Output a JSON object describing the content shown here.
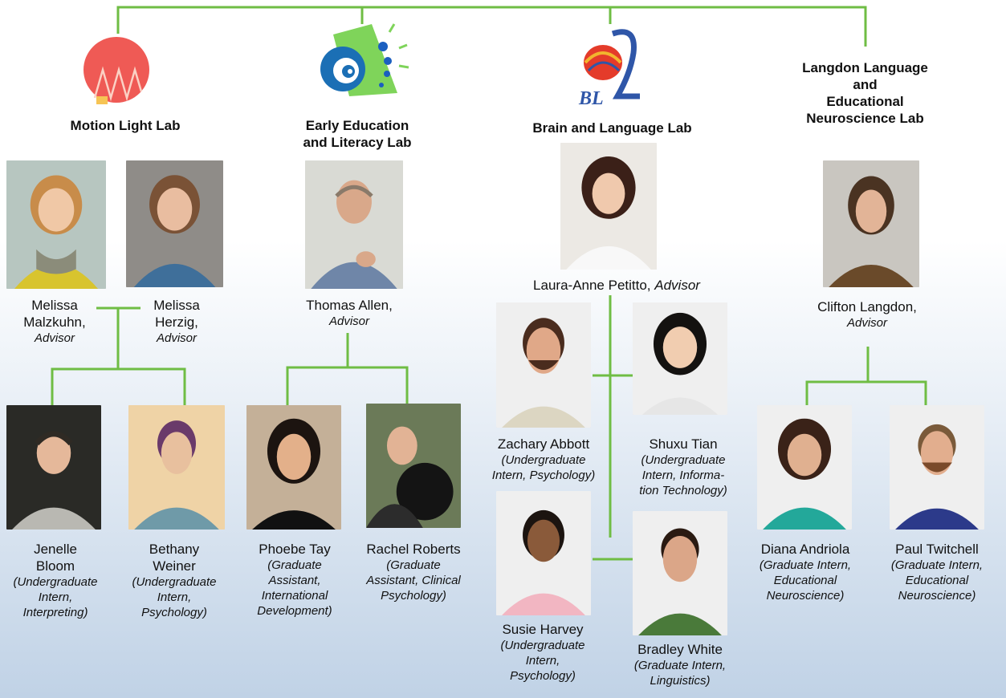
{
  "colors": {
    "connector": "#6fbd44",
    "bg_top": "#ffffff",
    "bg_bottom": "#c0d2e6"
  },
  "labs": {
    "motion": {
      "title_lines": [
        "Motion Light Lab"
      ],
      "logo_icon": "motion-light-lab-logo-icon",
      "advisor1": {
        "name_lines": [
          "Melissa",
          "Malzkuhn,"
        ],
        "role": "Advisor"
      },
      "advisor2": {
        "name_lines": [
          "Melissa",
          "Herzig,"
        ],
        "role": "Advisor"
      },
      "intern1": {
        "name_lines": [
          "Jenelle",
          "Bloom"
        ],
        "role_lines": [
          "(Undergraduate",
          "Intern,",
          "Interpreting)"
        ]
      },
      "intern2": {
        "name_lines": [
          "Bethany",
          "Weiner"
        ],
        "role_lines": [
          "(Undergraduate",
          "Intern,",
          "Psychology)"
        ]
      }
    },
    "early": {
      "title_lines": [
        "Early Education",
        "and Literacy Lab"
      ],
      "logo_icon": "early-education-lab-logo-icon",
      "advisor": {
        "name": "Thomas Allen,",
        "role": "Advisor"
      },
      "intern1": {
        "name": "Phoebe Tay",
        "role_lines": [
          "(Graduate",
          "Assistant,",
          "International",
          "Development)"
        ]
      },
      "intern2": {
        "name": "Rachel Roberts",
        "role_lines": [
          "(Graduate",
          "Assistant, Clinical",
          "Psychology)"
        ]
      }
    },
    "brain": {
      "title_lines": [
        "Brain and Language Lab"
      ],
      "logo_icon": "bl2-logo-icon",
      "logo_text": "BL",
      "advisor": {
        "name": "Laura-Anne Petitto,",
        "role": "Advisor"
      },
      "intern1": {
        "name": "Zachary Abbott",
        "role_lines": [
          "(Undergraduate",
          "Intern, Psychology)"
        ]
      },
      "intern2": {
        "name": "Shuxu Tian",
        "role_lines": [
          "(Undergraduate",
          "Intern, Informa-",
          "tion Technology)"
        ]
      },
      "intern3": {
        "name": "Susie Harvey",
        "role_lines": [
          "(Undergraduate",
          "Intern,",
          "Psychology)"
        ]
      },
      "intern4": {
        "name": "Bradley White",
        "role_lines": [
          "(Graduate Intern,",
          "Linguistics)"
        ]
      }
    },
    "langdon": {
      "title_lines": [
        "Langdon Language",
        "and",
        "Educational",
        "Neuroscience Lab"
      ],
      "advisor": {
        "name": "Clifton Langdon,",
        "role": "Advisor"
      },
      "intern1": {
        "name": "Diana Andriola",
        "role_lines": [
          "(Graduate Intern,",
          "Educational",
          "Neuroscience)"
        ]
      },
      "intern2": {
        "name": "Paul Twitchell",
        "role_lines": [
          "(Graduate Intern,",
          "Educational",
          "Neuroscience)"
        ]
      }
    }
  }
}
